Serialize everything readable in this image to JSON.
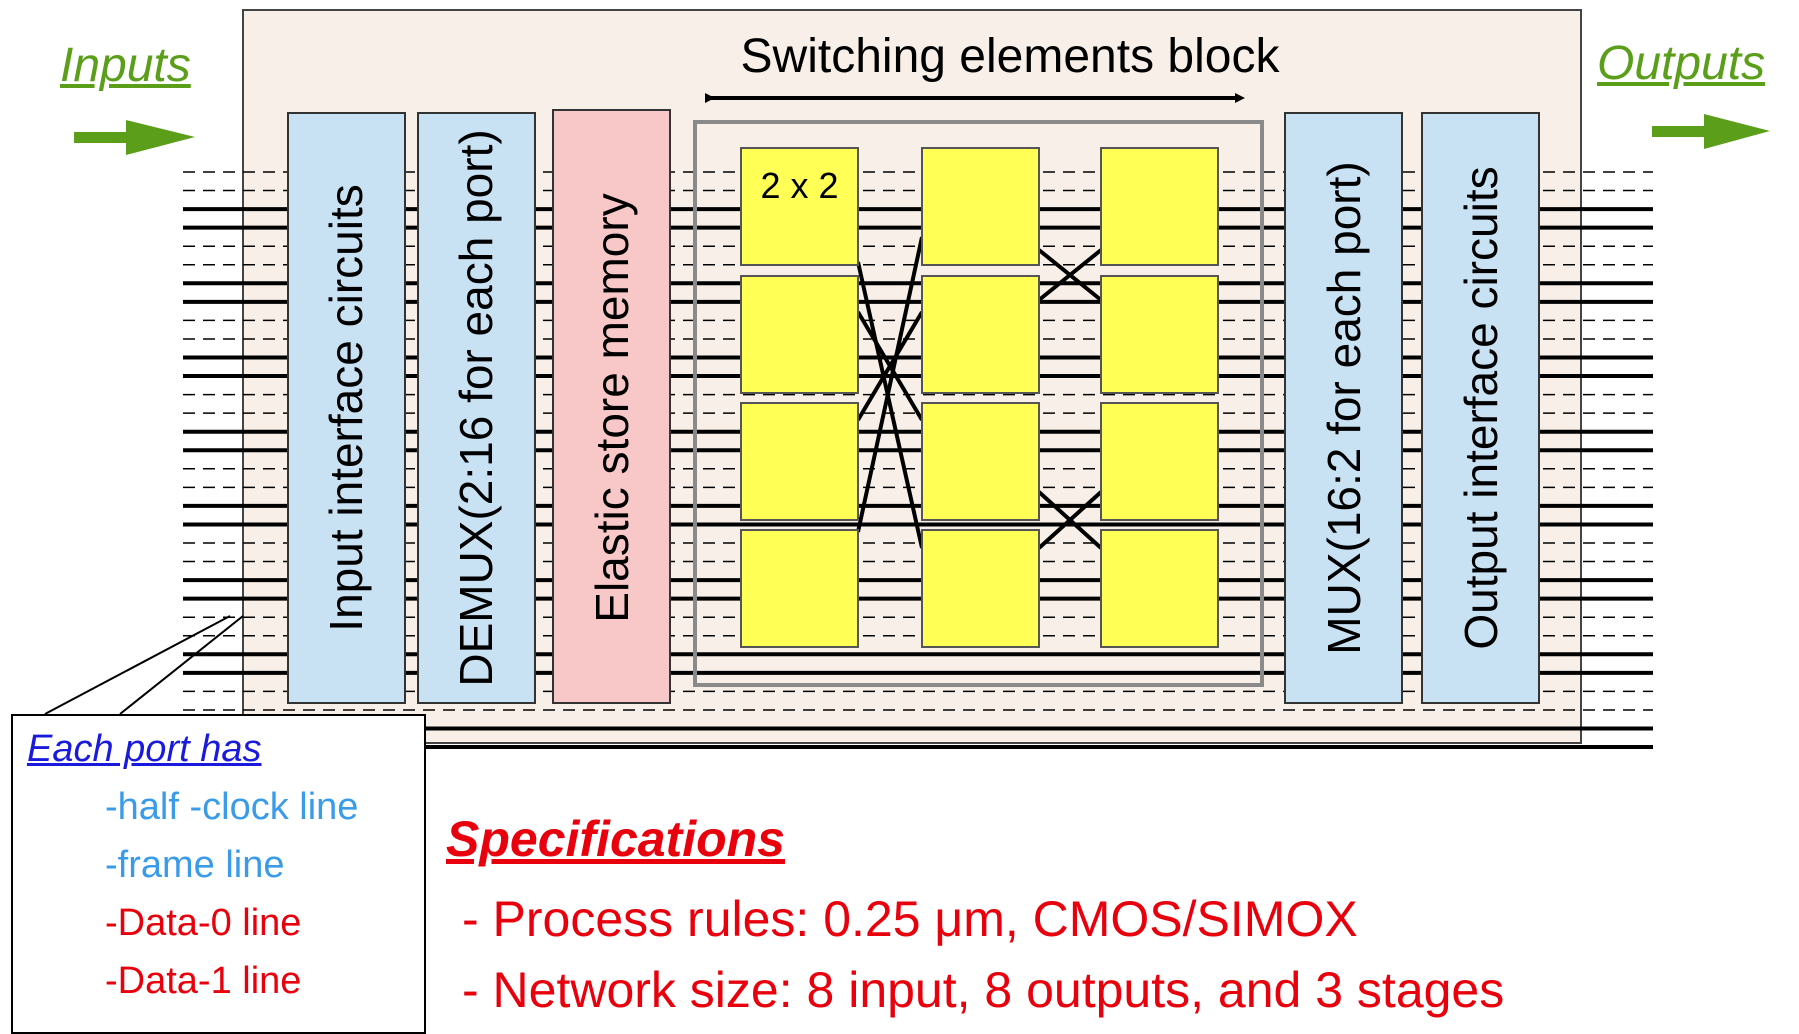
{
  "diagram": {
    "title": "Switching elements block",
    "inputs_label": "Inputs",
    "outputs_label": "Outputs",
    "blocks": [
      "Input interface circuits",
      "DEMUX(2:16 for each port)",
      "Elastic store memory",
      "MUX(16:2 for each port)",
      "Output interface circuits"
    ],
    "switch_label": "2 x 2",
    "stages": 3,
    "switches_per_stage": 4
  },
  "port_box": {
    "title": "Each port has",
    "items": [
      {
        "text": "-half -clock line",
        "color": "#3a9be8"
      },
      {
        "text": "-frame line",
        "color": "#3a9be8"
      },
      {
        "text": "-Data-0 line",
        "color": "#e8000c"
      },
      {
        "text": "-Data-1 line",
        "color": "#e8000c"
      }
    ]
  },
  "specifications": {
    "title": "Specifications",
    "items": [
      "- Process rules: 0.25 μm, CMOS/SIMOX",
      "- Network size: 8 input, 8 outputs, and 3 stages"
    ]
  },
  "colors": {
    "panel": "#f8f0e8",
    "interface_block": "#c8e2f4",
    "memory_block": "#f8c8c8",
    "switch": "#ffff55",
    "arrow_green": "#5a9e1a",
    "spec_red": "#e8000c",
    "port_title_blue": "#1a1adc",
    "port_line_blue": "#3a9be8"
  }
}
